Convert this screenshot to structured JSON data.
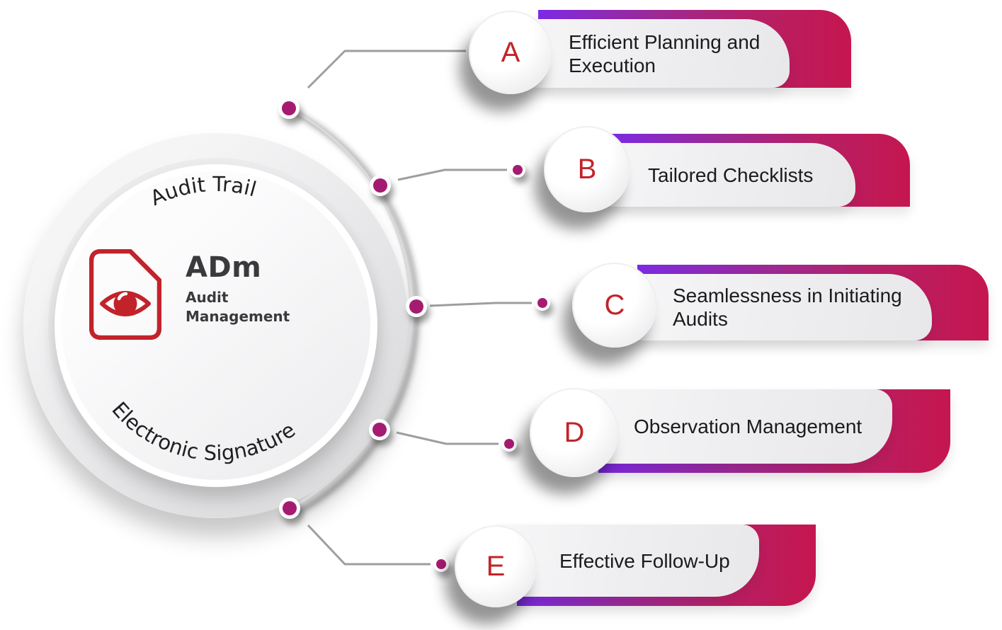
{
  "center": {
    "acronym": "ADm",
    "subtitle": "Audit Management",
    "top_curved_text": "Audit Trail",
    "bottom_curved_text": "Electronic Signature",
    "icon": "document-eye-icon"
  },
  "items": [
    {
      "letter": "A",
      "title": "Efficient Planning and Execution"
    },
    {
      "letter": "B",
      "title": "Tailored Checklists"
    },
    {
      "letter": "C",
      "title": "Seamlessness in Initiating Audits"
    },
    {
      "letter": "D",
      "title": "Observation Management"
    },
    {
      "letter": "E",
      "title": "Effective Follow-Up"
    }
  ],
  "colors": {
    "accent_red": "#c2232a",
    "violet": "#7d2ae3",
    "crimson": "#c5164f",
    "magenta_dot": "#a61b72",
    "dark_text": "#1b1b1d",
    "gray_title": "#3a3a3c"
  }
}
